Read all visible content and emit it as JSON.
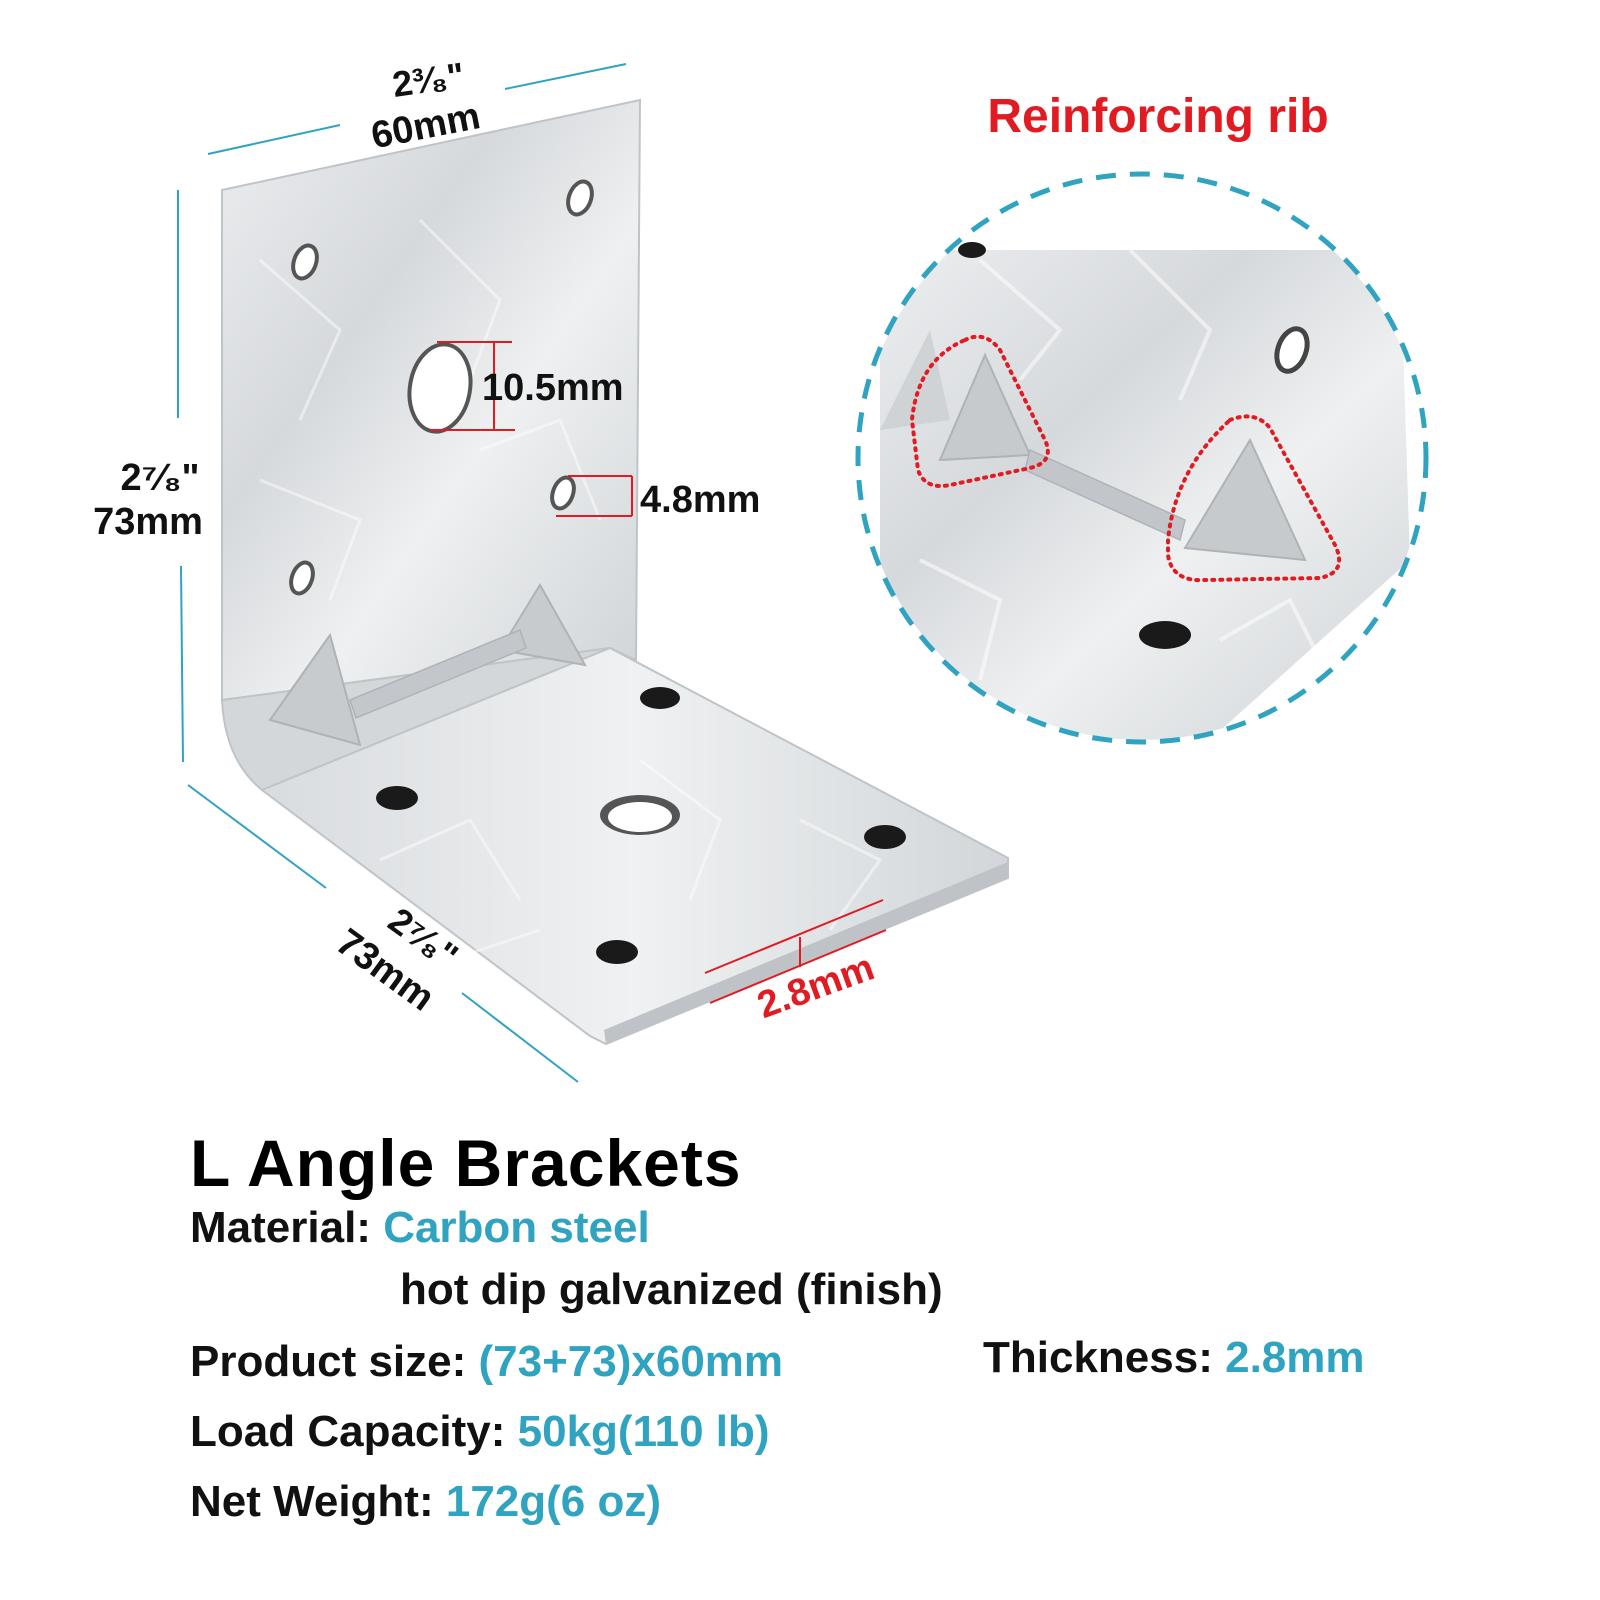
{
  "callout": {
    "title": "Reinforcing rib"
  },
  "dimensions": {
    "top_width_frac": "2³⁄₈\"",
    "top_width_mm": "60mm",
    "height_frac": "2⁷⁄₈\"",
    "height_mm": "73mm",
    "bottom_depth_frac": "2⁷⁄₈\"",
    "bottom_depth_mm": "73mm",
    "large_hole": "10.5mm",
    "small_hole": "4.8mm",
    "thickness": "2.8mm"
  },
  "specs": {
    "title": "L Angle Brackets",
    "material_label": "Material:",
    "material_value": "Carbon steel",
    "finish": "hot dip galvanized (finish)",
    "size_label": "Product size:",
    "size_value": "(73+73)x60mm",
    "thickness_label": "Thickness:",
    "thickness_value": "2.8mm",
    "load_label": "Load Capacity:",
    "load_value": "50kg(110 lb)",
    "weight_label": "Net Weight:",
    "weight_value": "172g(6 oz)"
  },
  "colors": {
    "accent_teal": "#2fa3bf",
    "callout_red": "#e11b22",
    "metal": "#dfe2e5"
  }
}
